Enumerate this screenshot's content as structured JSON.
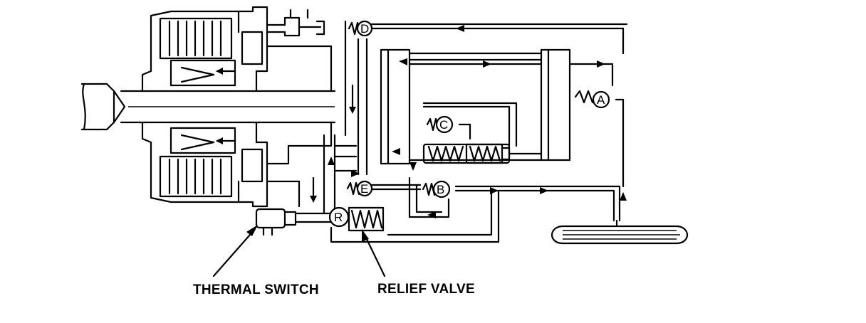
{
  "labels": {
    "thermal_switch": "THERMAL SWITCH",
    "relief_valve": "RELIEF VALVE"
  },
  "valves": {
    "a": "A",
    "b": "B",
    "c": "C",
    "d": "D",
    "e": "E",
    "r": "R"
  }
}
